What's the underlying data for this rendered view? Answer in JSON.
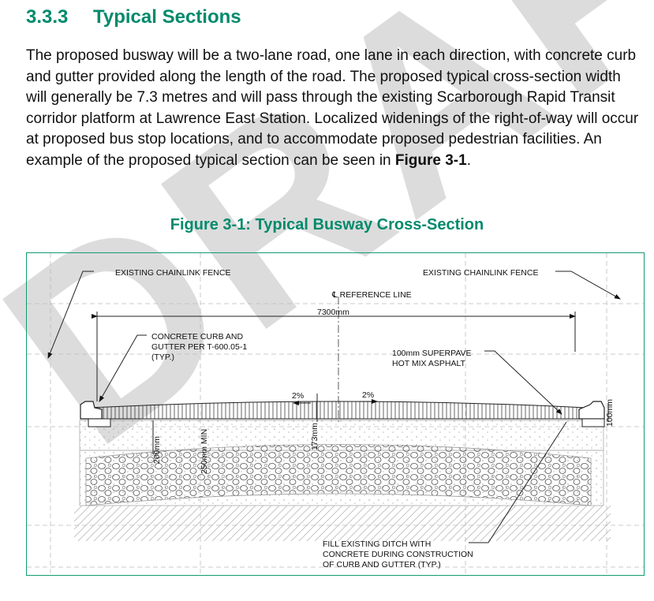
{
  "watermark": "DRAFT",
  "section": {
    "number": "3.3.3",
    "title": "Typical Sections"
  },
  "paragraph": {
    "text": "The proposed busway will be a two-lane road, one lane in each direction, with concrete curb and gutter provided along the length of the road. The proposed typical cross-section width will generally be 7.3 metres and will pass through the existing Scarborough Rapid Transit corridor platform at Lawrence East Station. Localized widenings of the right-of-way will occur at proposed bus stop locations, and to accommodate proposed pedestrian facilities. An example of the proposed typical section can be seen in ",
    "figure_ref": "Figure 3-1",
    "end": "."
  },
  "figure": {
    "caption": "Figure 3-1:  Typical Busway Cross-Section",
    "labels": {
      "fence_left": "EXISTING CHAINLINK FENCE",
      "fence_right": "EXISTING CHAINLINK FENCE",
      "reference_line": "℄ REFERENCE LINE",
      "width": "7300mm",
      "curb": [
        "CONCRETE CURB AND",
        "GUTTER PER T-600.05-1",
        "(TYP.)"
      ],
      "asphalt": [
        "100mm  SUPERPAVE",
        "HOT MIX ASPHALT"
      ],
      "slope_left": "2%",
      "slope_right": "2%",
      "depth_200": "200mm",
      "depth_250": "250mm MIN",
      "depth_173": "173mm",
      "depth_100": "100mm",
      "ditch": [
        "FILL EXISTING DITCH WITH",
        "CONCRETE DURING CONSTRUCTION",
        "OF CURB AND GUTTER (TYP.)"
      ]
    }
  }
}
